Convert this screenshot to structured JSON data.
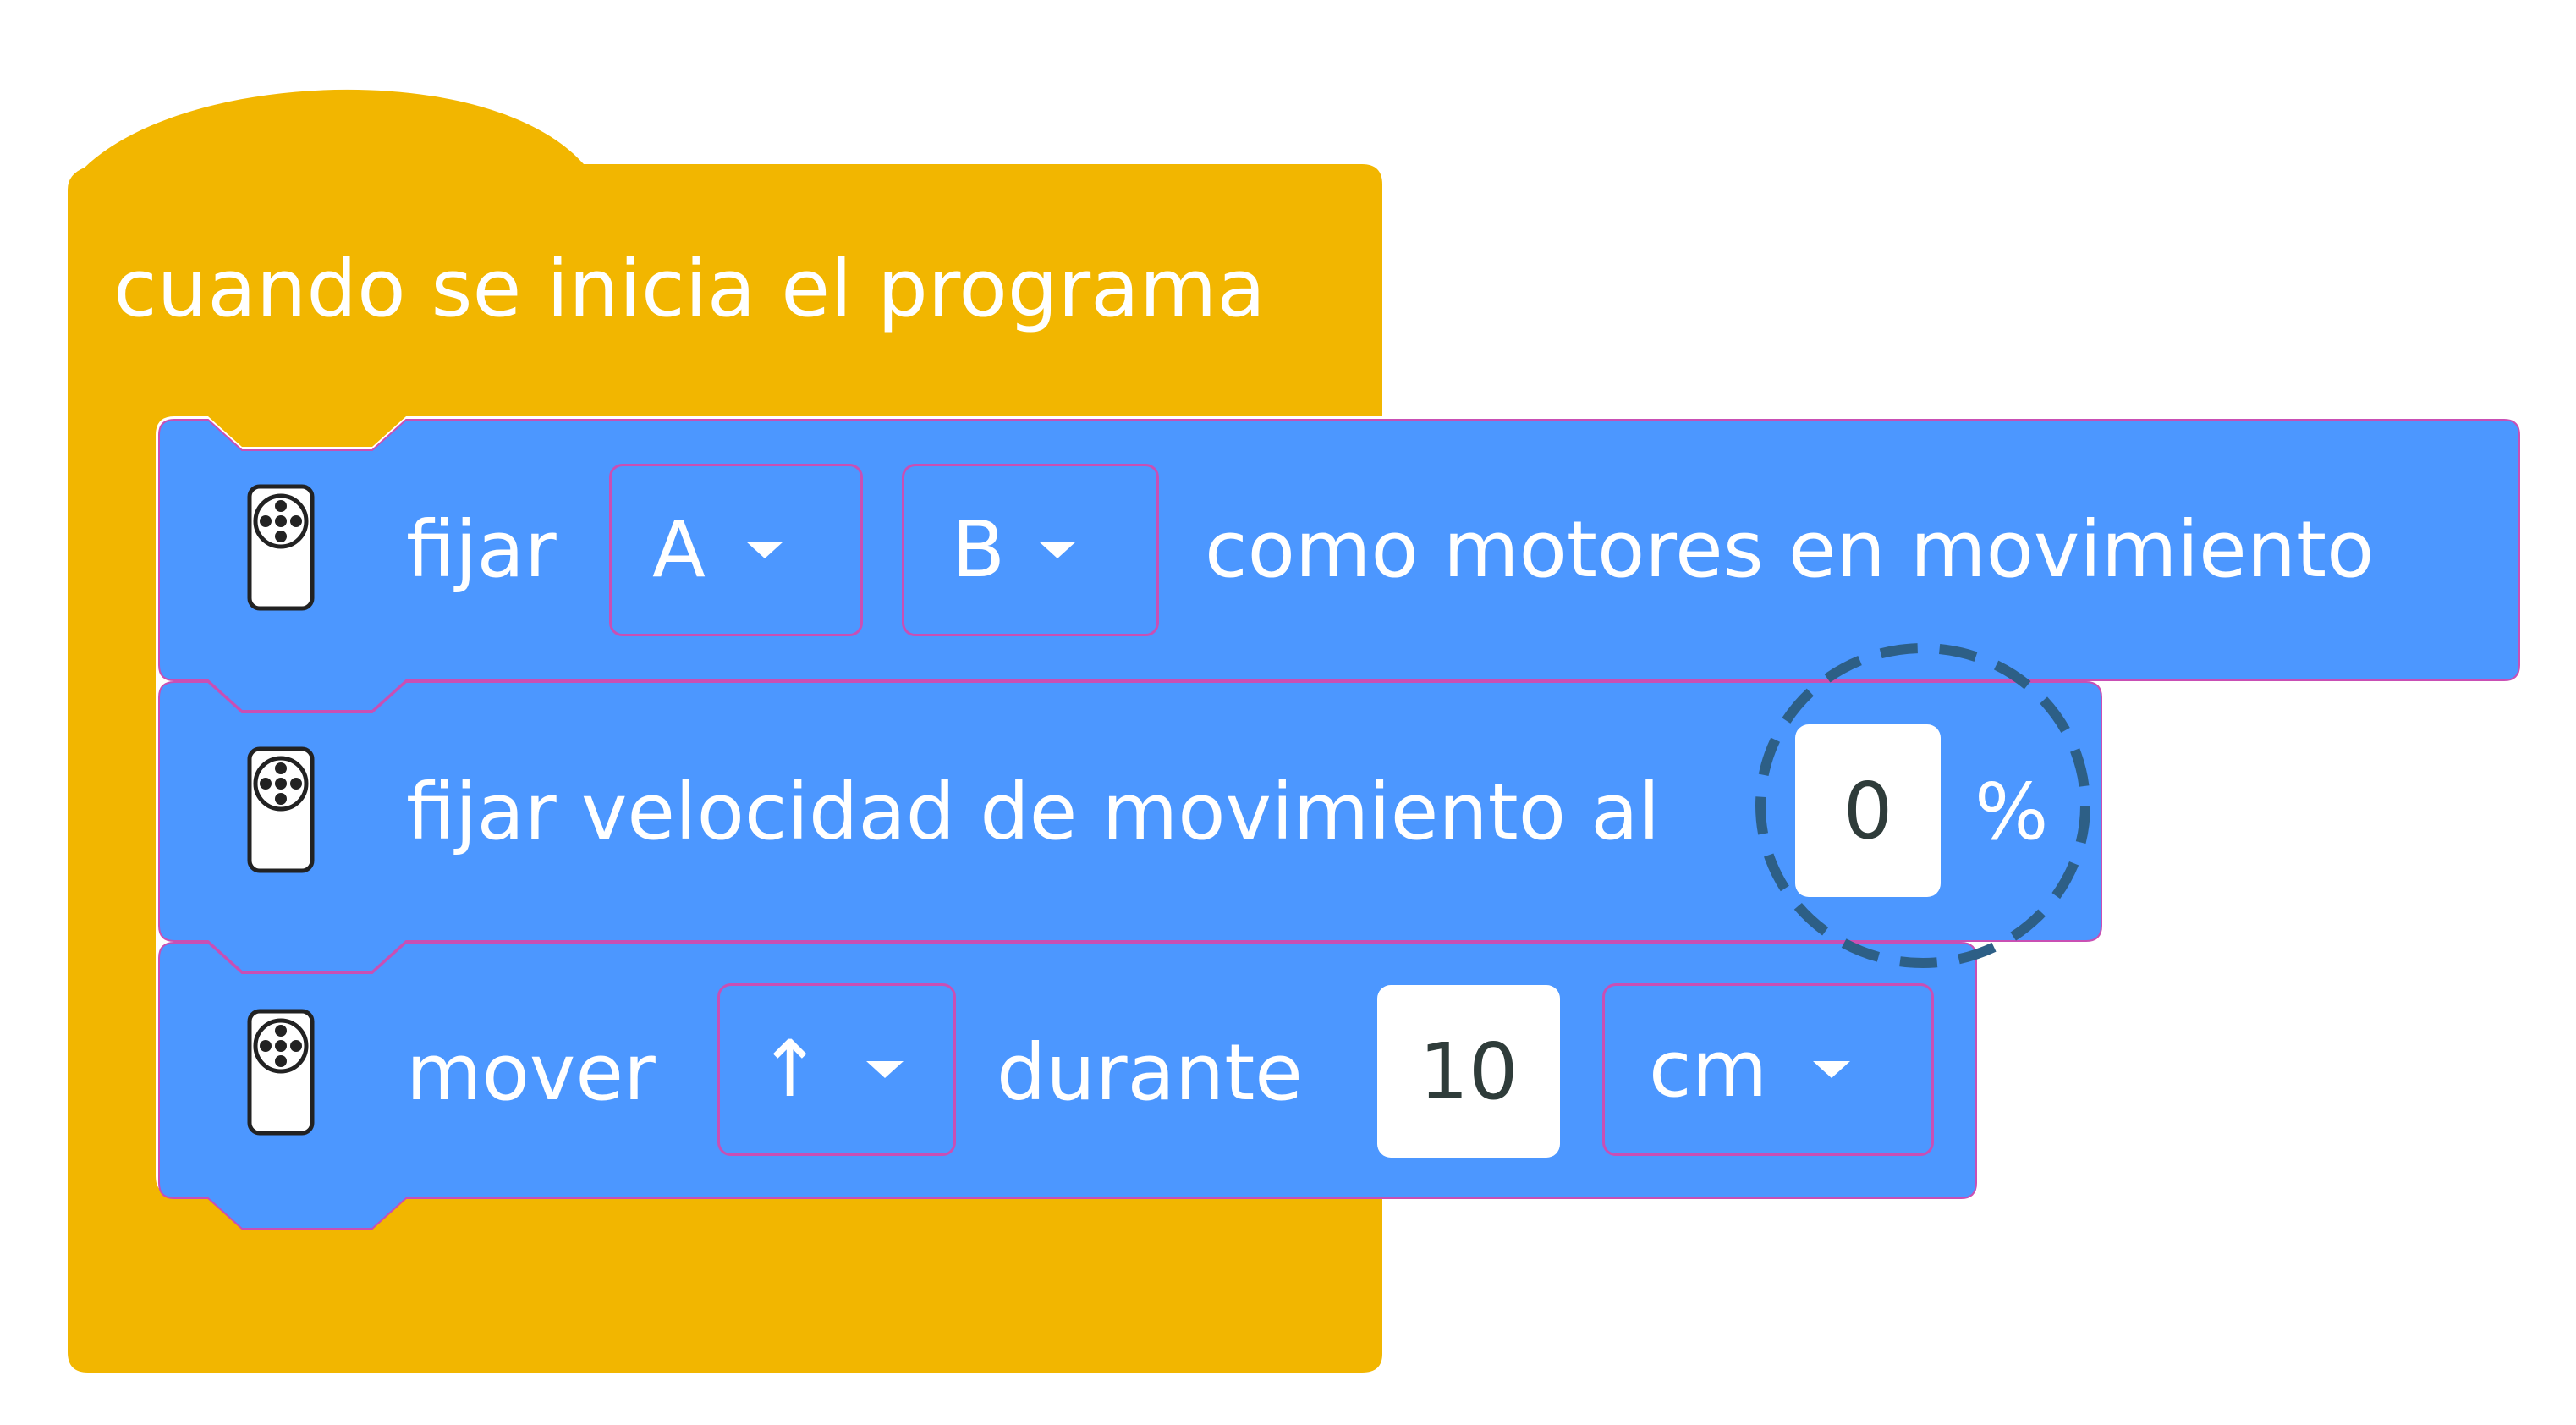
{
  "colors": {
    "hat_block": "#f2b600",
    "motion_block": "#4c97ff",
    "block_text": "#ffffff",
    "input_bg": "#ffffff",
    "input_text": "#2f3c3a",
    "dropdown_border": "#c94fb4",
    "highlight_ring": "#2d5f86"
  },
  "hat": {
    "label": "cuando se inicia el programa"
  },
  "block1": {
    "icon": "motor-pair-icon",
    "verb": "fijar",
    "port1": "A",
    "port2": "B",
    "text": "como motores en movimiento"
  },
  "block2": {
    "icon": "motor-pair-icon",
    "text": "fijar velocidad de movimiento al",
    "speed": "0",
    "unit": "%"
  },
  "block3": {
    "icon": "motor-pair-icon",
    "verb": "mover",
    "direction": "↑",
    "text": "durante",
    "amount": "10",
    "unit": "cm"
  }
}
